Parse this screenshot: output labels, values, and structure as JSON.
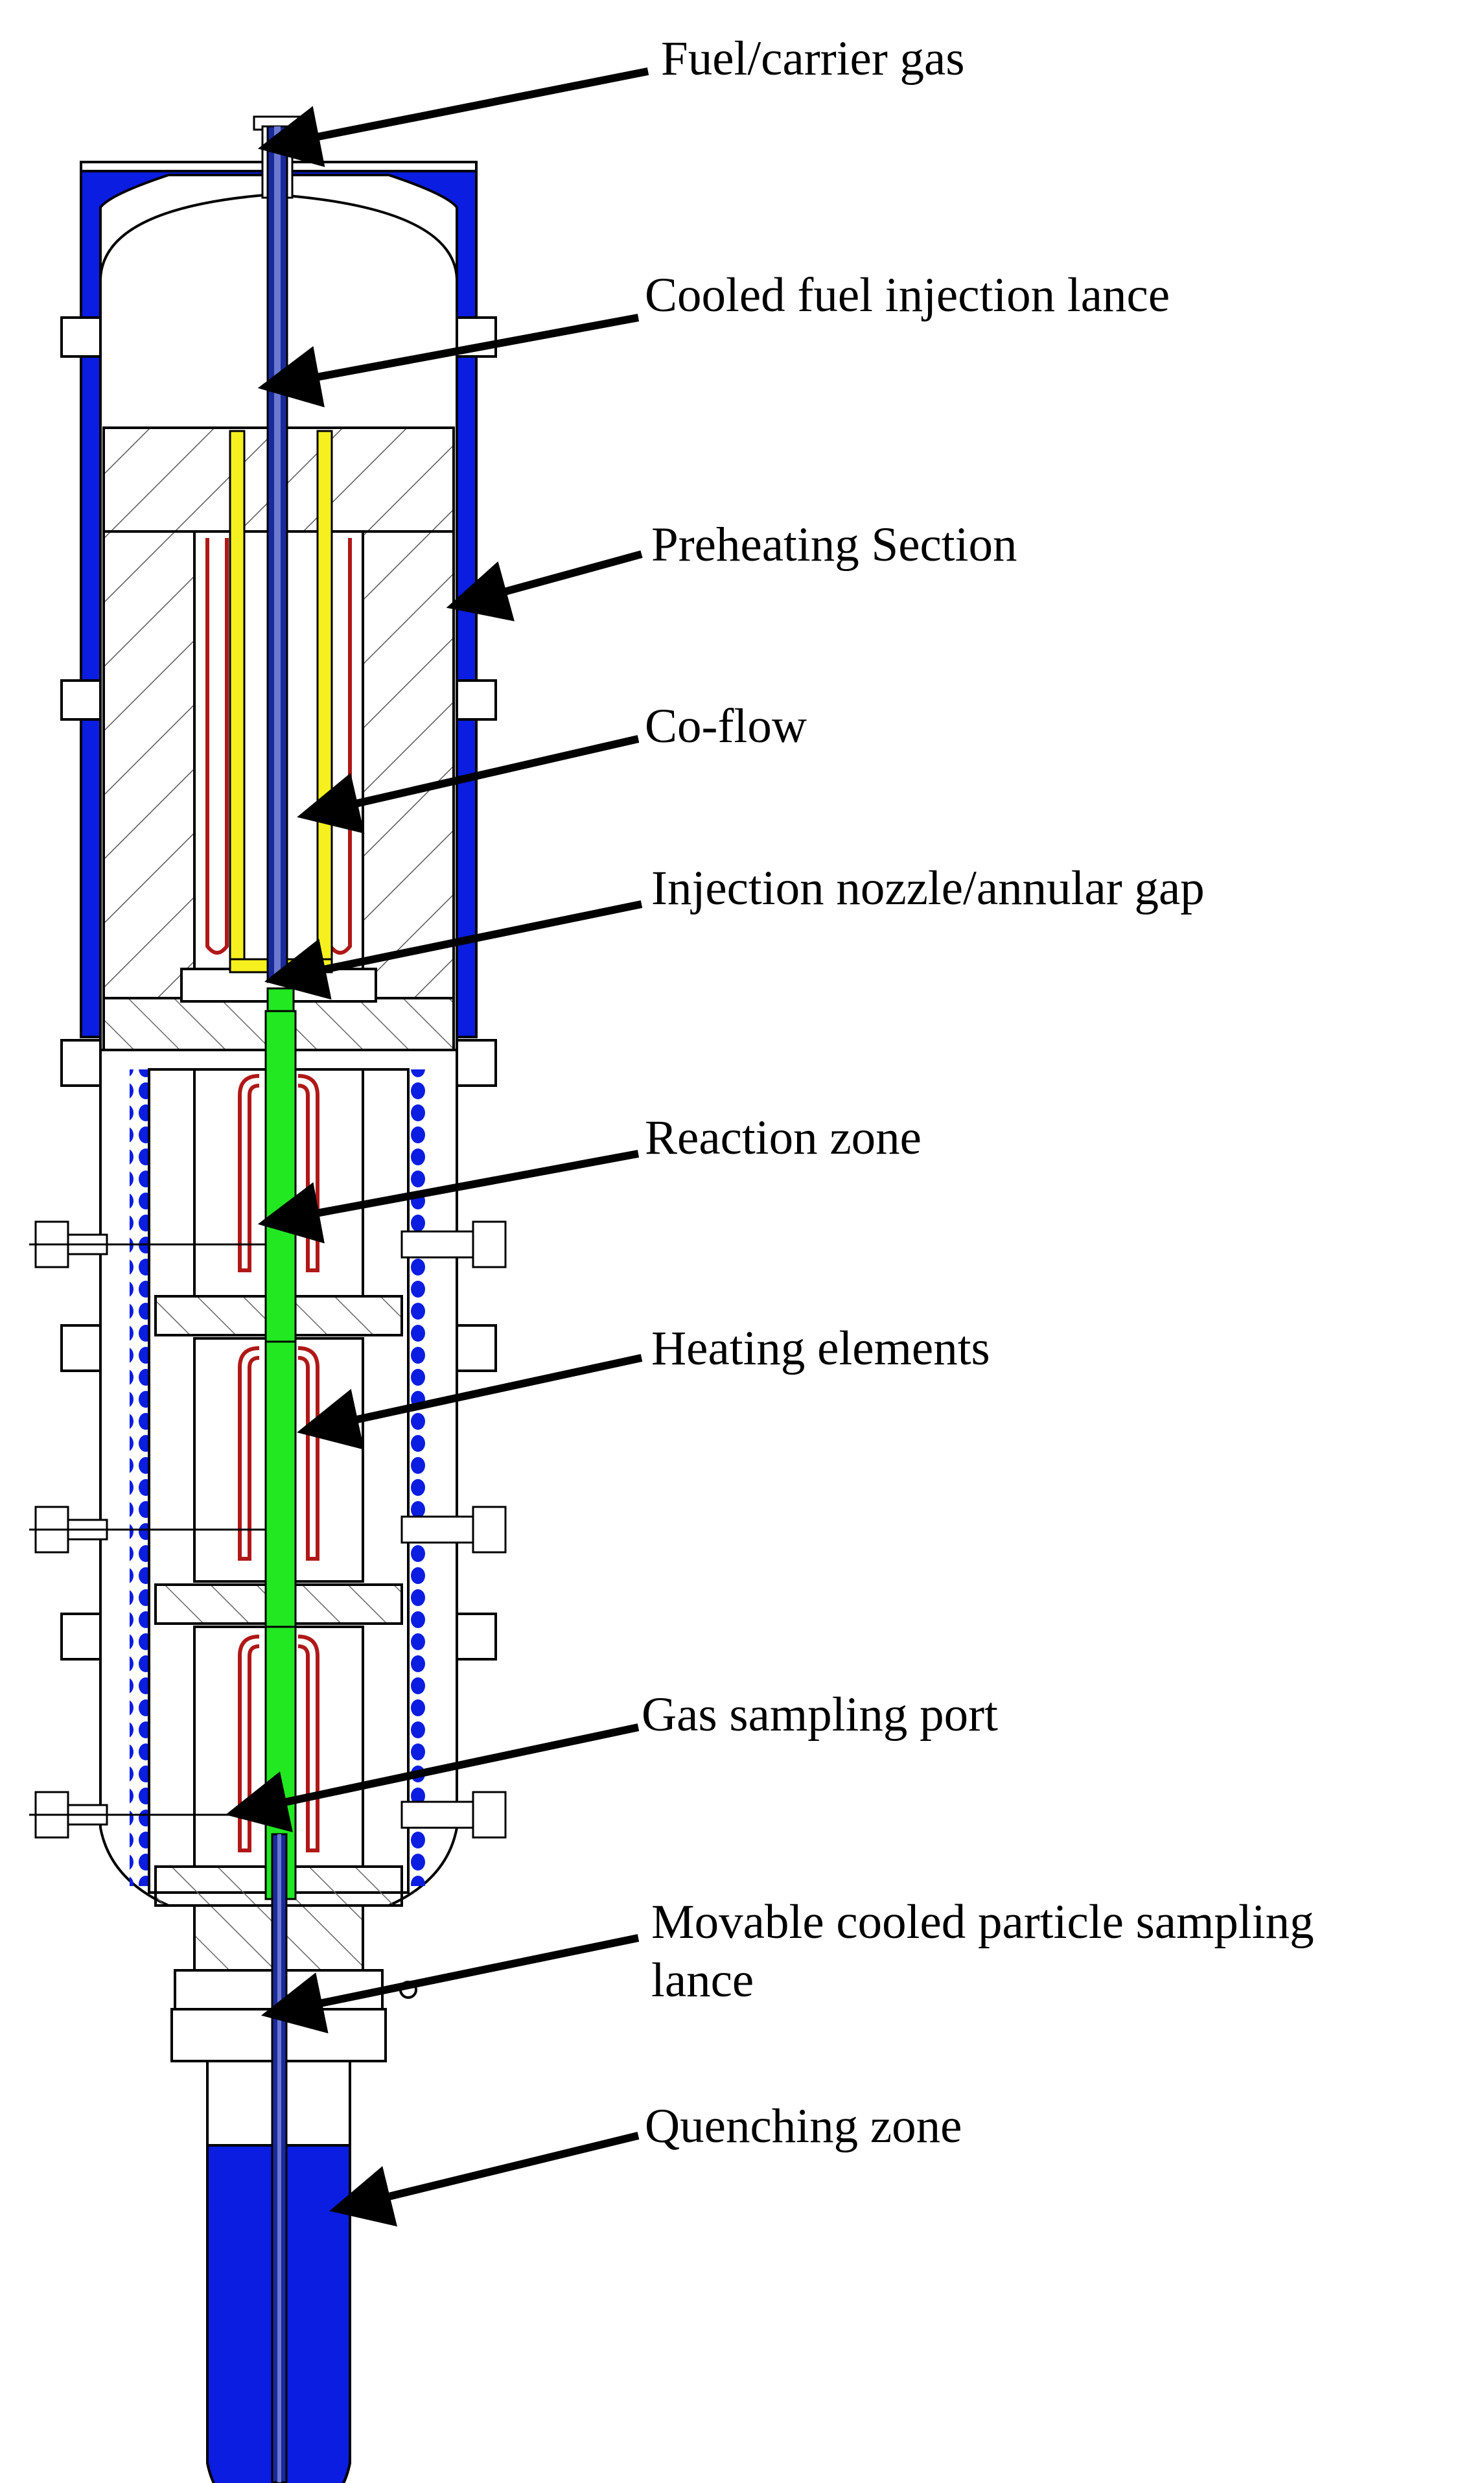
{
  "labels": {
    "fuel_carrier_gas": "Fuel/carrier gas",
    "cooled_fuel_injection_lance": "Cooled fuel injection lance",
    "preheating_section": "Preheating Section",
    "co_flow": "Co-flow",
    "injection_nozzle": "Injection nozzle/annular gap",
    "reaction_zone": "Reaction zone",
    "heating_elements": "Heating elements",
    "gas_sampling_port": "Gas sampling port",
    "particle_lance_line1": "Movable cooled particle sampling",
    "particle_lance_line2": "lance",
    "quenching_zone": "Quenching zone"
  },
  "colors": {
    "steel_blue": "#0b1de0",
    "lance_blue": "#1a2a9a",
    "coflow_yellow": "#f5f01e",
    "reaction_green": "#22e822",
    "heater_red": "#b01818",
    "outline": "#000000",
    "hatch": "#555555"
  }
}
